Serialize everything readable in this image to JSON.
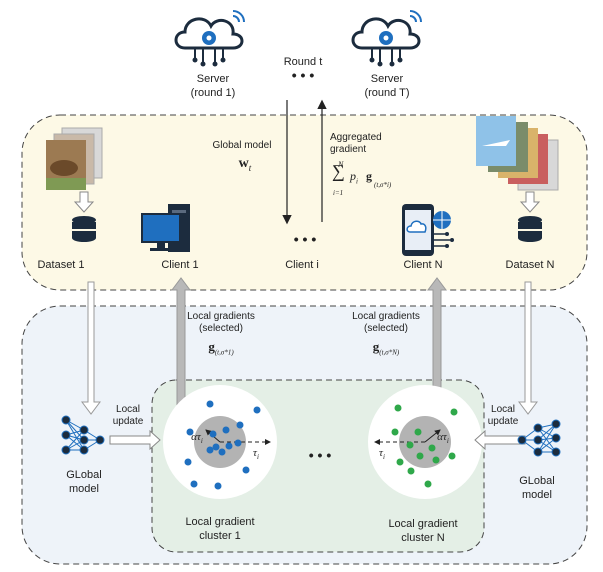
{
  "server_left": {
    "name": "Server",
    "round": "(round 1)"
  },
  "server_right": {
    "name": "Server",
    "round": "(round T)"
  },
  "round_t": "Round t",
  "ellipsis": "• • •",
  "global_model_label": "Global model",
  "global_model_symbol": "w",
  "global_model_sub": "t",
  "aggregated_label_1": "Aggregated",
  "aggregated_label_2": "gradient",
  "agg_formula": {
    "sum_top": "N",
    "sum_bottom": "i=1",
    "term": "p",
    "term_sub": "i",
    "g": "g",
    "g_sub": "(t,σ*i)"
  },
  "dataset_1": "Dataset 1",
  "dataset_n": "Dataset N",
  "client_1": "Client 1",
  "client_i": "Client i",
  "client_n": "Client N",
  "local_grad_left": {
    "line1": "Local gradients",
    "line2": "(selected)",
    "g": "g",
    "sub": "(t,σ*1)"
  },
  "local_grad_right": {
    "line1": "Local gradients",
    "line2": "(selected)",
    "g": "g",
    "sub": "(t,σ*N)"
  },
  "local_update_left": {
    "line1": "Local",
    "line2": "update"
  },
  "local_update_right": {
    "line1": "Local",
    "line2": "update"
  },
  "global_model_left": {
    "line1": "GLobal",
    "line2": "model"
  },
  "global_model_right": {
    "line1": "GLobal",
    "line2": "model"
  },
  "cluster_1": {
    "line1": "Local gradient",
    "line2": "cluster 1"
  },
  "cluster_n": {
    "line1": "Local gradient",
    "line2": "cluster N"
  },
  "alpha_tau": "ατ",
  "alpha_tau_sub": "i",
  "tau": "τ",
  "tau_sub": "i",
  "colors": {
    "top_band": "#fdf9e6",
    "bottom_band": "#eef3f9",
    "cluster_area": "#e8f1ea",
    "blue_points": "#1f6fbf",
    "green_points": "#2fa84a",
    "grey_arrow": "#b8b8b8",
    "dark": "#1c2c3e",
    "inner_disk": "#b3b3b3"
  }
}
